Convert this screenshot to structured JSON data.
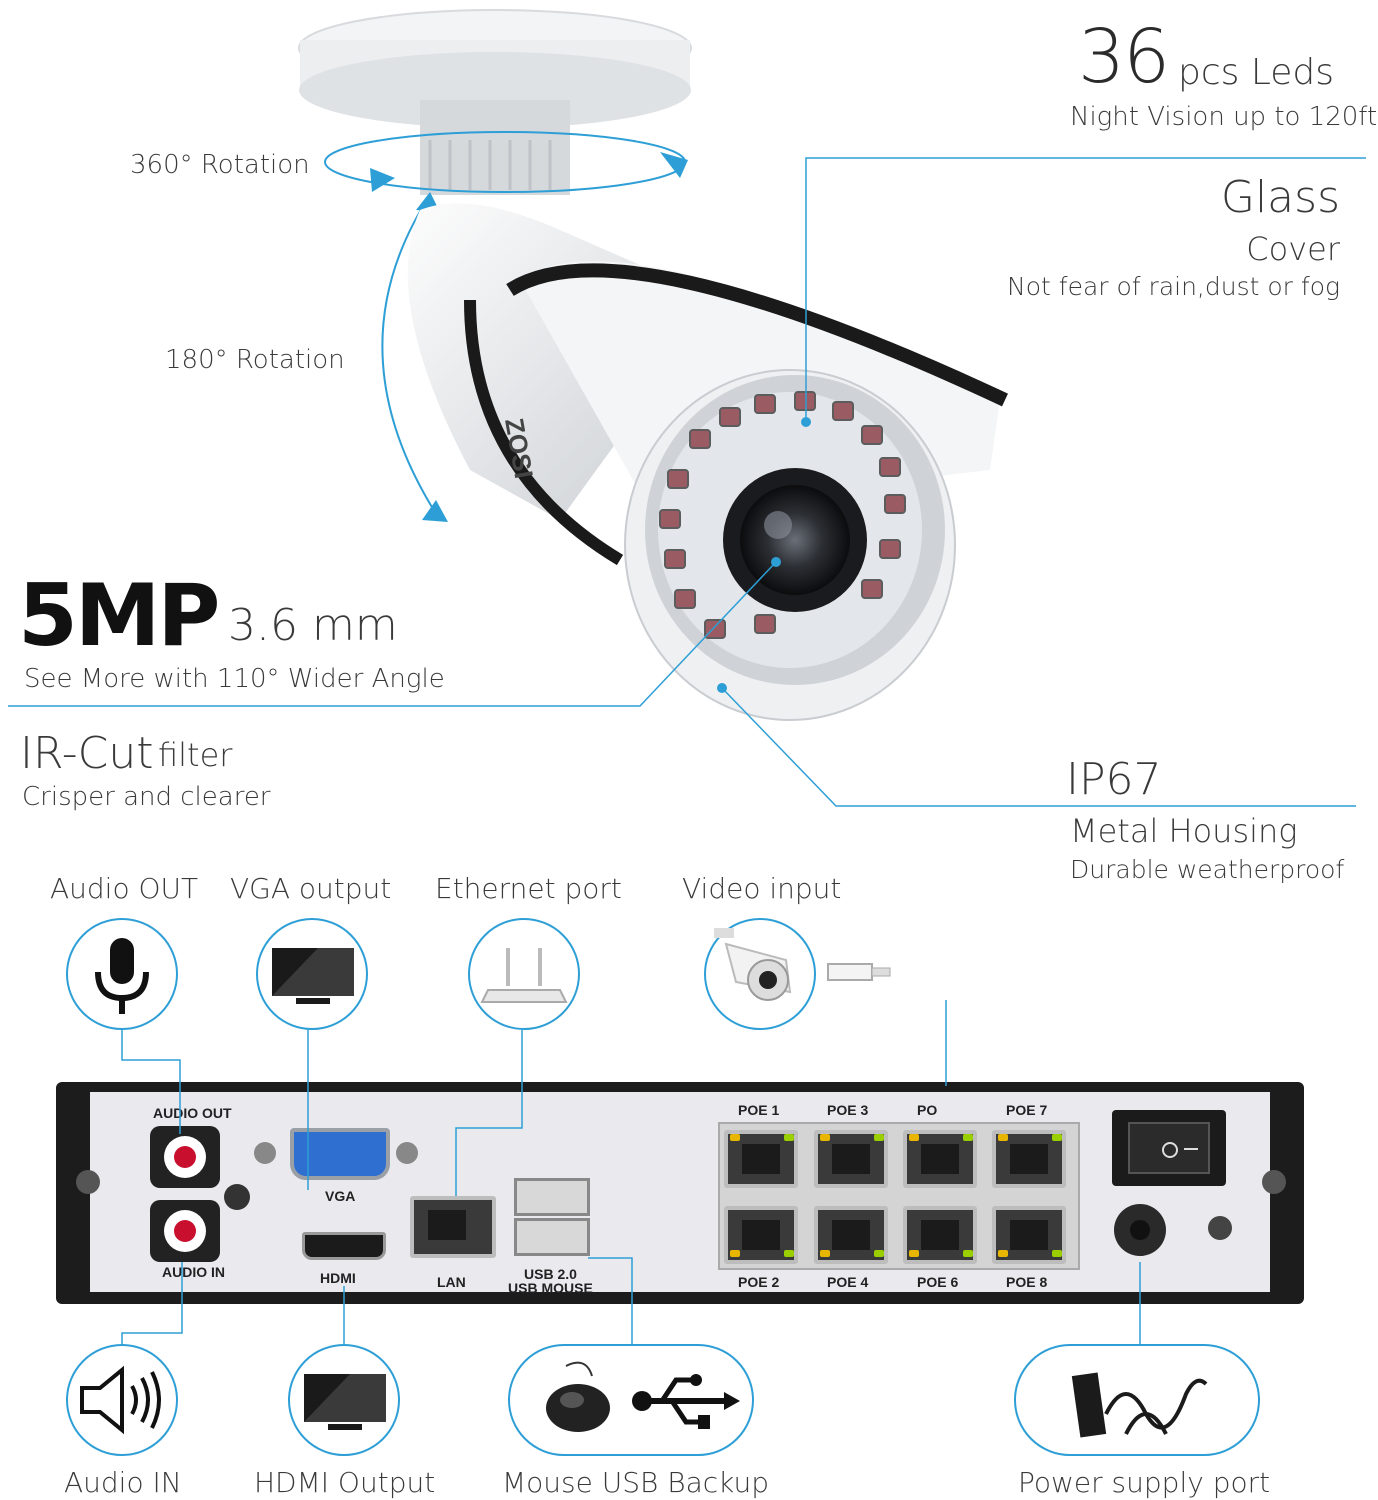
{
  "camera": {
    "brand": "ZOSI",
    "rotation_360": "360° Rotation",
    "rotation_180": "180° Rotation"
  },
  "features": {
    "leds_number": "36",
    "leds_unit": "pcs Leds",
    "leds_sub": "Night Vision up to 120ft",
    "glass_title": "Glass",
    "glass_title2": "Cover",
    "glass_sub": "Not fear of rain,dust or fog",
    "mp_big": "5MP",
    "mp_lens": "3.6 mm",
    "mp_sub": "See More with 110° Wider Angle",
    "ircut_title": "IR-Cut",
    "ircut_word": "filter",
    "ircut_sub": "Crisper and clearer",
    "ip_title": "IP67",
    "ip_sub1": "Metal Housing",
    "ip_sub2": "Durable weatherproof"
  },
  "ports_top": {
    "audio_out": "Audio OUT",
    "vga": "VGA output",
    "ethernet": "Ethernet port",
    "video": "Video input"
  },
  "ports_bottom": {
    "audio_in": "Audio IN",
    "hdmi": "HDMI Output",
    "mouse": "Mouse USB Backup",
    "power": "Power supply port"
  },
  "panel": {
    "audio_out": "AUDIO OUT",
    "audio_in": "AUDIO IN",
    "vga": "VGA",
    "hdmi": "HDMI",
    "lan": "LAN",
    "usb1": "USB 2.0",
    "usb2": "USB MOUSE",
    "poe1": "POE 1",
    "poe3": "POE 3",
    "poe5": "PO",
    "poe7": "POE 7",
    "poe2": "POE 2",
    "poe4": "POE 4",
    "poe6": "POE 6",
    "poe8": "POE 8"
  },
  "colors": {
    "accent": "#2e9fd6",
    "panel": "#e9e9ee",
    "frame": "#1c1c1c"
  }
}
